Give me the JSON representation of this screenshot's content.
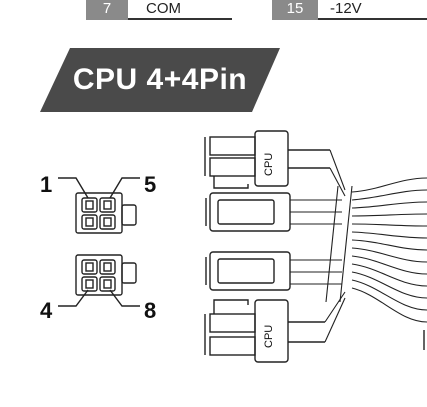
{
  "pinout_rows": {
    "left": {
      "pin": "7",
      "signal": "COM"
    },
    "right": {
      "pin": "15",
      "signal": "-12V"
    }
  },
  "banner": {
    "title": "CPU 4+4Pin"
  },
  "pin_labels": {
    "top_left": "1",
    "top_right": "5",
    "bottom_left": "4",
    "bottom_right": "8"
  },
  "connector_labels": {
    "top": "CPU",
    "bottom": "CPU"
  },
  "colors": {
    "banner_bg": "#4a4a4a",
    "pin_number_bg": "#8a8a8a",
    "line": "#222222"
  }
}
